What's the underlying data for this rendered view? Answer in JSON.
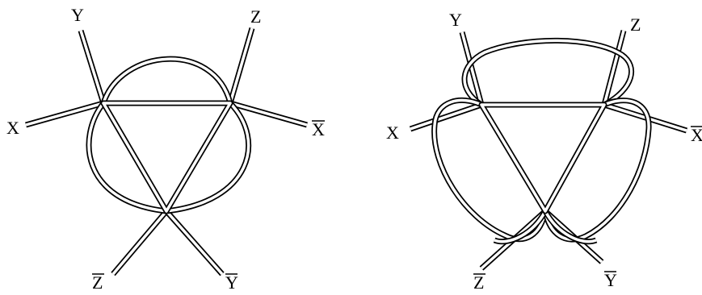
{
  "figures": [
    {
      "id": "left",
      "labels": {
        "X": "X",
        "Y": "Y",
        "Z": "Z",
        "Xbar": "X",
        "Ybar": "Y",
        "Zbar": "Z"
      }
    },
    {
      "id": "right",
      "labels": {
        "X": "X",
        "Y": "Y",
        "Z": "Z",
        "Xbar": "X",
        "Ybar": "Y",
        "Zbar": "Z"
      }
    }
  ],
  "colors": {
    "stroke": "#000000",
    "fill": "#ffffff"
  }
}
